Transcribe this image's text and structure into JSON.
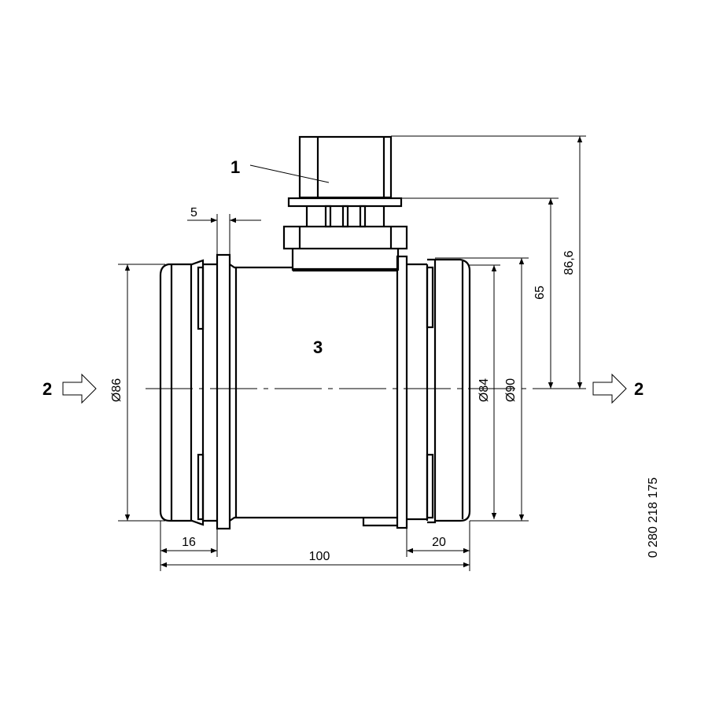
{
  "callouts": {
    "connector": "1",
    "flow_in": "2",
    "flow_out": "2",
    "housing": "3"
  },
  "dimensions": {
    "flange_thickness": "5",
    "connector_height_total": "86,6",
    "connector_height": "65",
    "inlet_diameter": "Ø86",
    "outlet_inner_diameter": "Ø84",
    "outlet_outer_diameter": "Ø90",
    "inlet_length": "16",
    "overall_length": "100",
    "outlet_length": "20"
  },
  "part_number": "0 280 218 175"
}
